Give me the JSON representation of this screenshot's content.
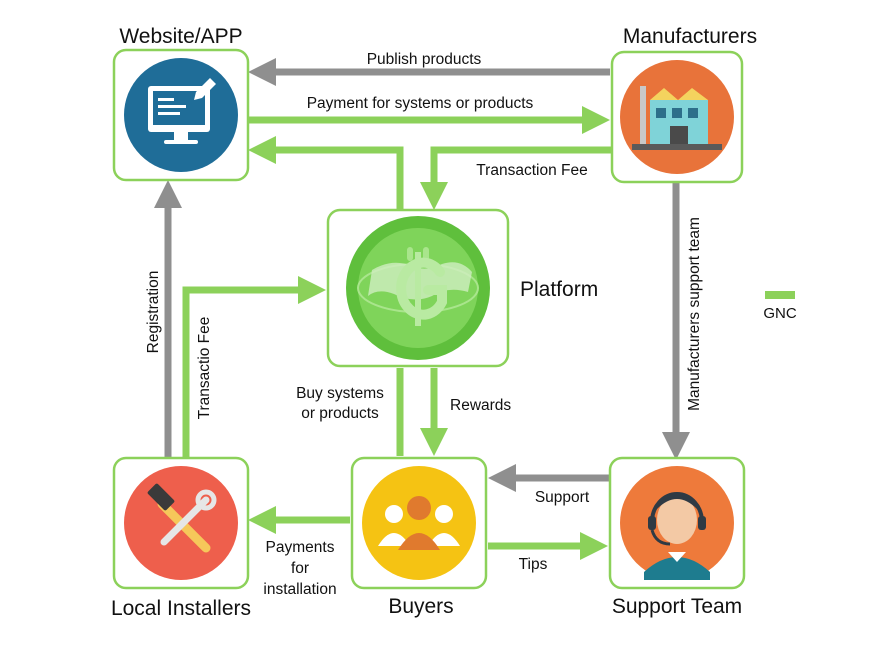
{
  "colors": {
    "gnc_flow": "#8cd15a",
    "other_flow": "#8f8f8f",
    "box_border": "#8cd15a"
  },
  "nodes": {
    "website": {
      "label": "Website/APP",
      "icon": "monitor-pen-icon",
      "circle_color": "#1f6d98"
    },
    "manufacturers": {
      "label": "Manufacturers",
      "icon": "factory-icon",
      "circle_color": "#e8733a"
    },
    "platform": {
      "label": "Platform",
      "icon": "coin-globe-icon",
      "circle_color": "#5fbf3c"
    },
    "installers": {
      "label": "Local Installers",
      "icon": "hammer-wrench-icon",
      "circle_color": "#ee5f4c"
    },
    "buyers": {
      "label": "Buyers",
      "icon": "people-icon",
      "circle_color": "#f5c313"
    },
    "support": {
      "label": "Support Team",
      "icon": "headset-agent-icon",
      "circle_color": "#ee7a3b"
    }
  },
  "edges": {
    "publish_products": "Publish products",
    "payment_systems": "Payment for systems or products",
    "transaction_fee_top": "Transaction Fee",
    "manufacturers_support": "Manufacturers support team",
    "registration": "Registration",
    "transaction_fee_left": "Transactio Fee",
    "buy_line1": "Buy systems",
    "buy_line2": "or products",
    "rewards": "Rewards",
    "support": "Support",
    "payments_line1": "Payments",
    "payments_line2": "for",
    "payments_line3": "installation",
    "tips": "Tips"
  },
  "legend": {
    "label": "GNC"
  }
}
